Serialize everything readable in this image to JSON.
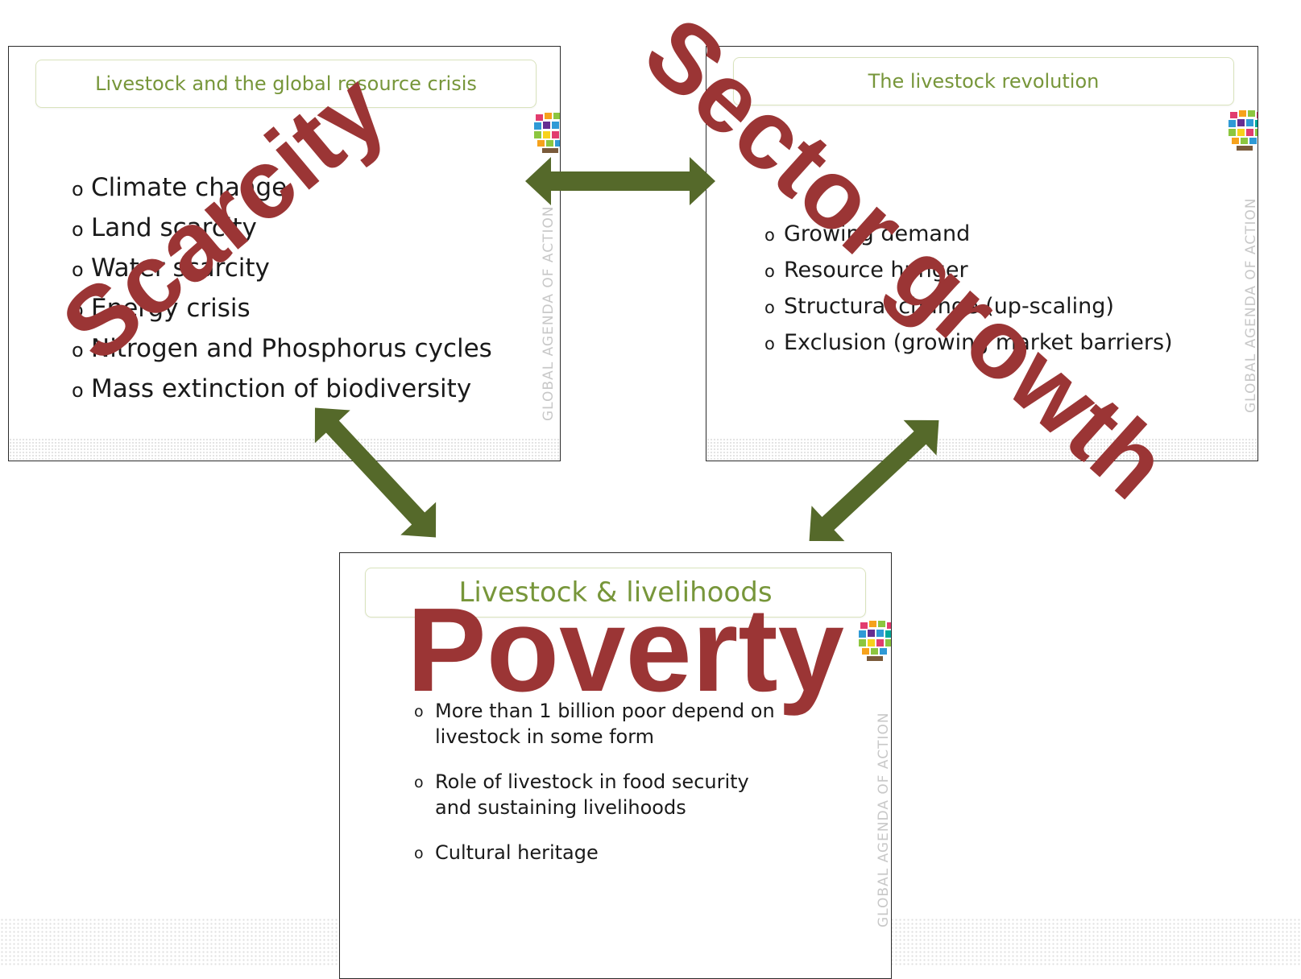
{
  "slides": {
    "resource_crisis": {
      "title": "Livestock and the global resource crisis",
      "bullets": [
        "Climate change",
        "Land scarcity",
        "Water scarcity",
        "Energy crisis",
        "Nitrogen and Phosphorus cycles",
        "Mass extinction of biodiversity"
      ],
      "side_text": "GLOBAL AGENDA OF ACTION"
    },
    "revolution": {
      "title": "The livestock revolution",
      "bullets": [
        "Growing demand",
        "Resource hunger",
        "Structural change (up-scaling)",
        "Exclusion (growing market barriers)"
      ],
      "side_text": "GLOBAL AGENDA OF ACTION"
    },
    "livelihoods": {
      "title": "Livestock & livelihoods",
      "bullets": [
        [
          "More than 1 billion poor depend on",
          "livestock in some form"
        ],
        [
          "Role of livestock in food security",
          "and sustaining livelihoods"
        ],
        [
          "Cultural heritage"
        ]
      ],
      "side_text": "GLOBAL AGENDA OF ACTION"
    }
  },
  "overlays": {
    "scarcity": "Scarcity",
    "sector_growth": "Sector growth",
    "poverty": "Poverty"
  },
  "bullet_symbol": "o",
  "colors": {
    "arrow": "#55692a",
    "overlay_text": "#9b3535",
    "title_text": "#77963a",
    "title_border": "#d9e3bd"
  }
}
